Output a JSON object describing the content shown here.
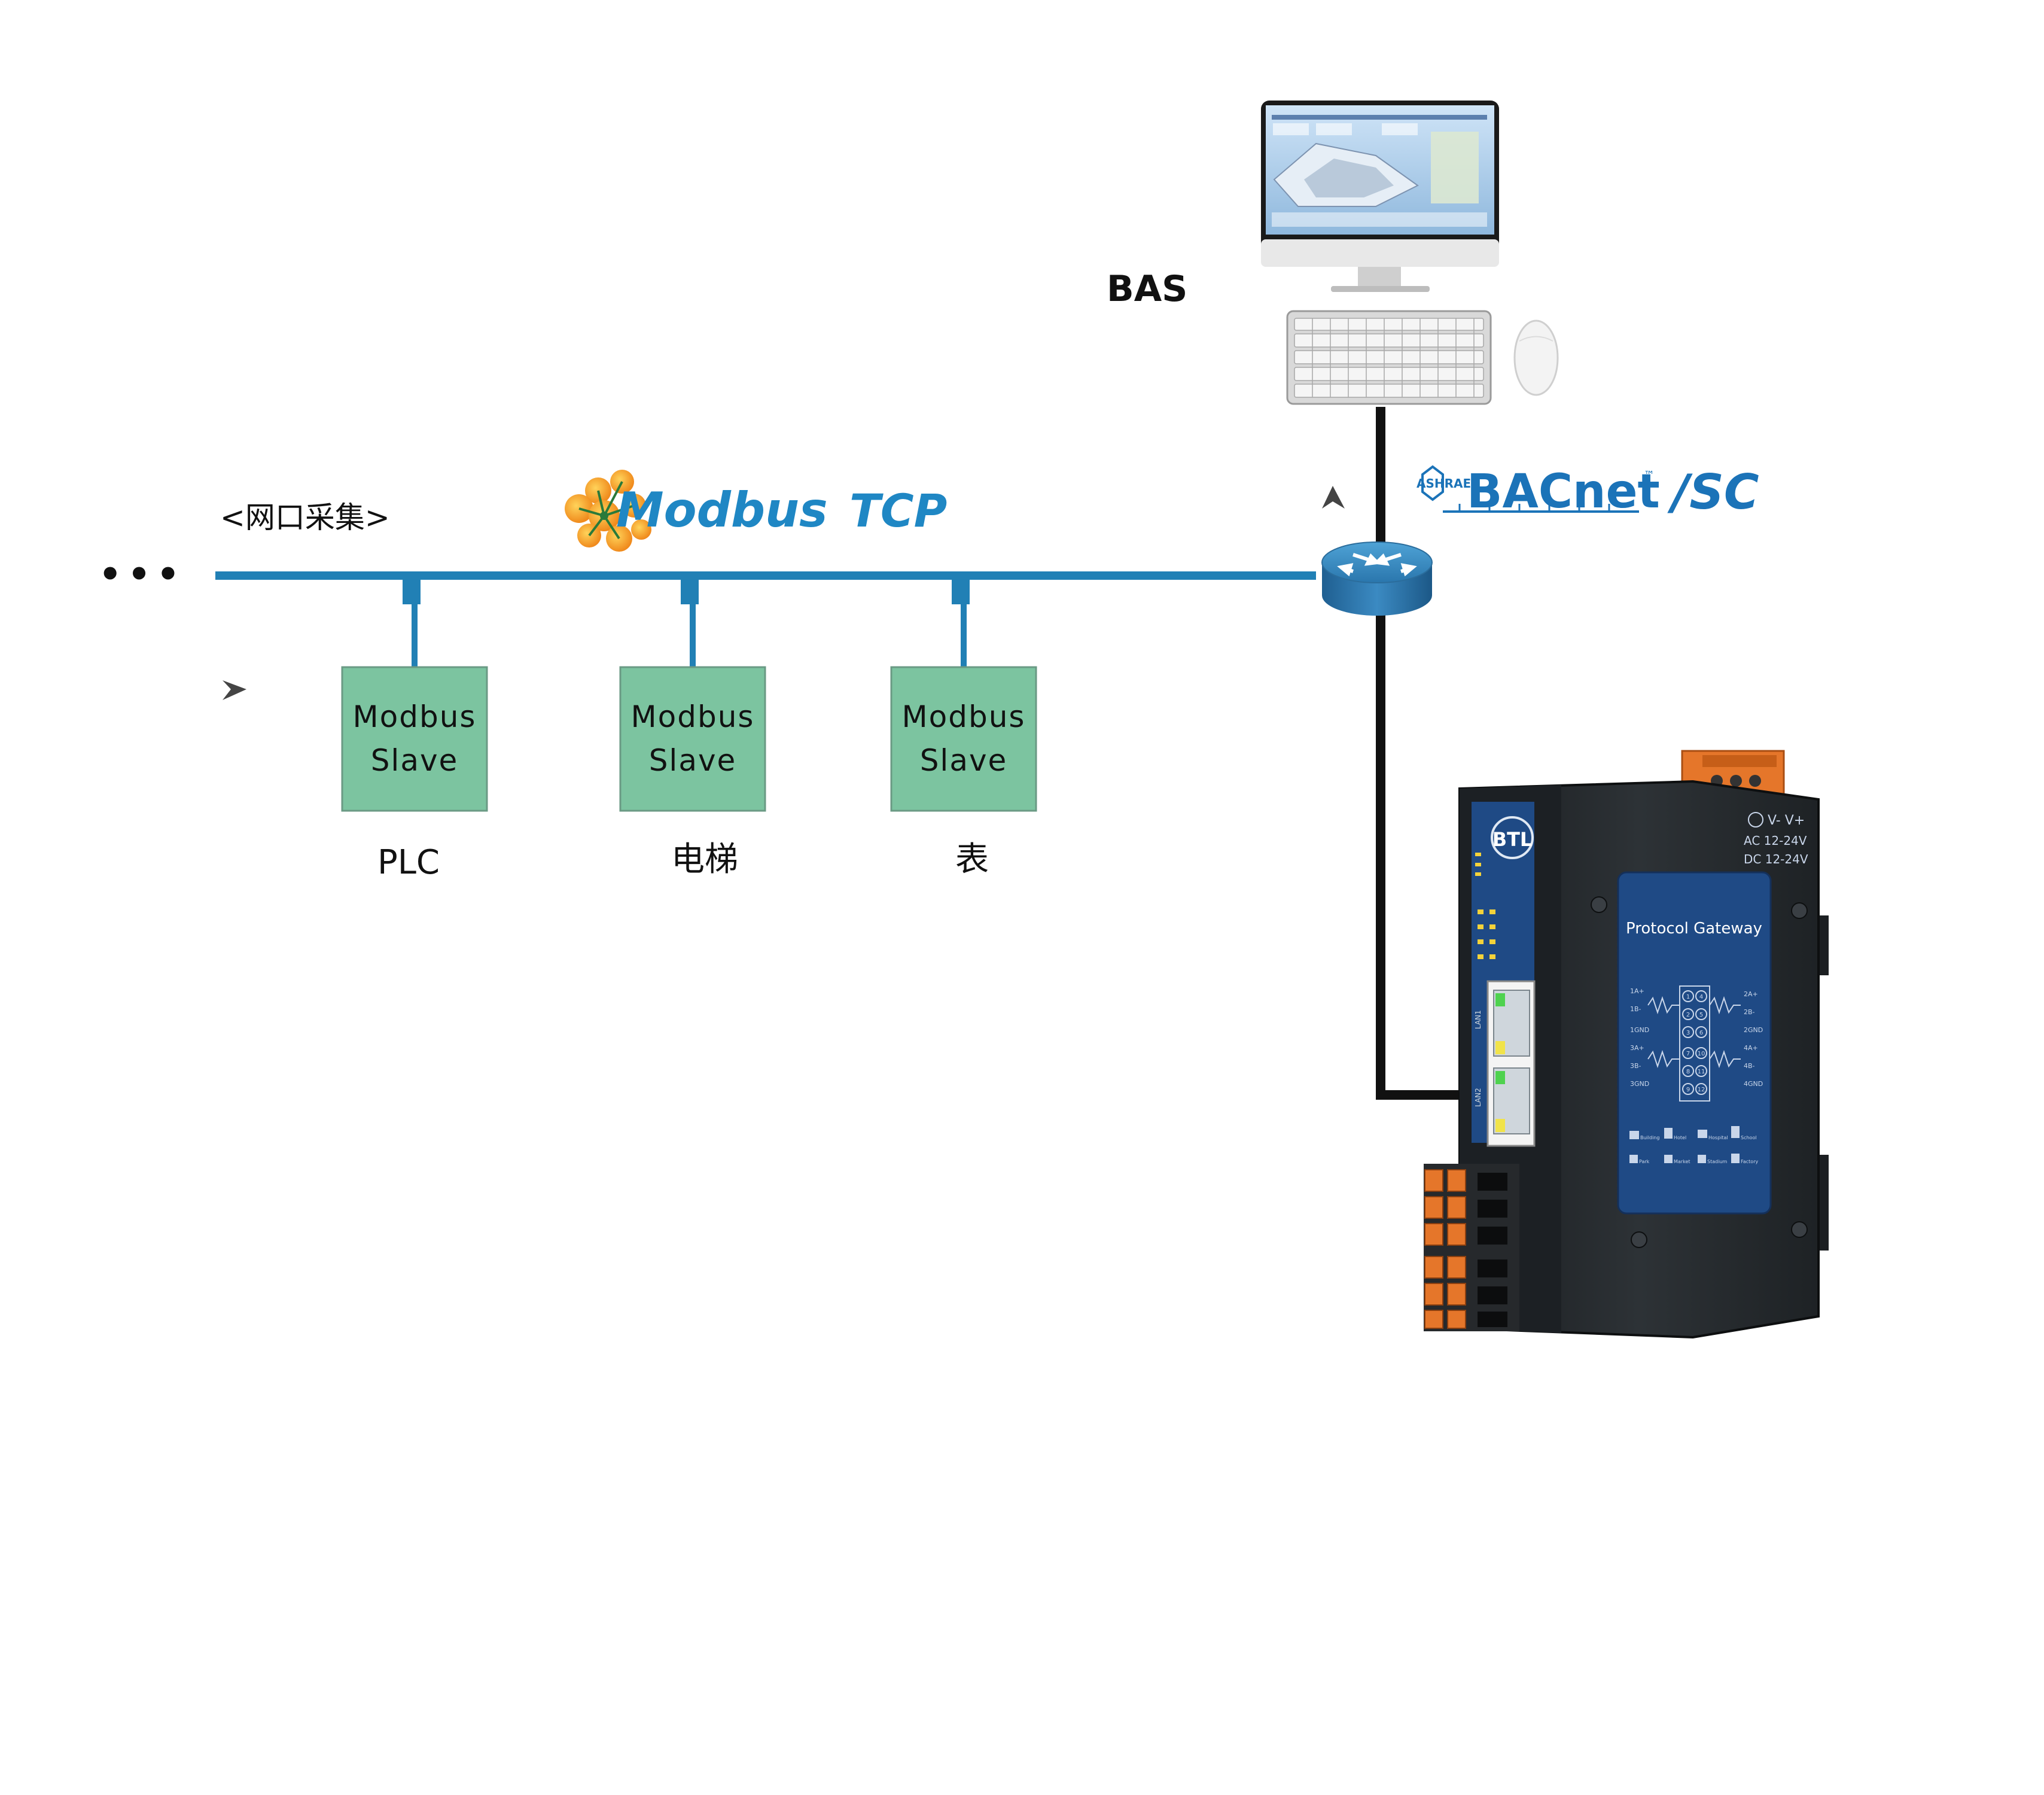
{
  "labels": {
    "bas": "BAS",
    "collection": "<网口采集>",
    "ellipsis": "•••"
  },
  "modbus_tcp": {
    "brand": "Modbus",
    "suffix": "TCP"
  },
  "bacnet": {
    "ashrae": "ASHRAE",
    "brand": "BACnet",
    "tm": "™",
    "suffix": "/SC"
  },
  "slaves": [
    {
      "line1": "Modbus",
      "line2": "Slave",
      "device": "PLC"
    },
    {
      "line1": "Modbus",
      "line2": "Slave",
      "device": "电梯"
    },
    {
      "line1": "Modbus",
      "line2": "Slave",
      "device": "表"
    }
  ],
  "gateway": {
    "title": "Protocol Gateway",
    "power_label": "V- V+",
    "ac": "AC 12-24V",
    "dc": "DC 12-24V",
    "logo": "BTL",
    "pins_left": [
      "1A+",
      "1B-",
      "1GND",
      "3A+",
      "3B-",
      "3GND"
    ],
    "pins_right": [
      "2A+",
      "2B-",
      "2GND",
      "4A+",
      "4B-",
      "4GND"
    ],
    "pin_numbers": [
      "1",
      "4",
      "2",
      "5",
      "3",
      "6",
      "7",
      "10",
      "8",
      "11",
      "9",
      "12"
    ],
    "icon_labels": [
      "Building",
      "Hotel",
      "Hospital",
      "School",
      "Park",
      "Market",
      "Stadium",
      "Factory"
    ],
    "port_labels": [
      "LAN1",
      "LAN2"
    ]
  },
  "colors": {
    "bus": "#2180b5",
    "slave_fill": "#7cc4a0",
    "gateway_body": "#25292d",
    "gateway_panel": "#1f4a85",
    "bacnet_blue": "#1b73b8",
    "bacnet_green": "#7bbf43",
    "terminal_orange": "#e5762a"
  }
}
